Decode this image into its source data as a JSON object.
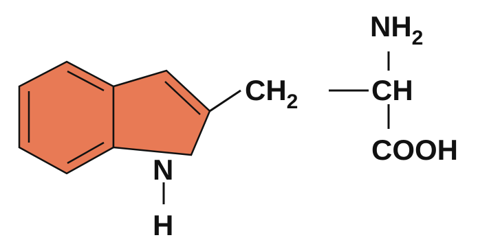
{
  "molecule": {
    "ring_fill": "#e87a55",
    "bond_color": "#111111",
    "labels": {
      "nh2_main": "NH",
      "nh2_sub": "2",
      "ch2_main": "CH",
      "ch2_sub": "2",
      "ch": "CH",
      "cooh": "COOH",
      "ring_n": "N",
      "ring_h": "H"
    }
  }
}
